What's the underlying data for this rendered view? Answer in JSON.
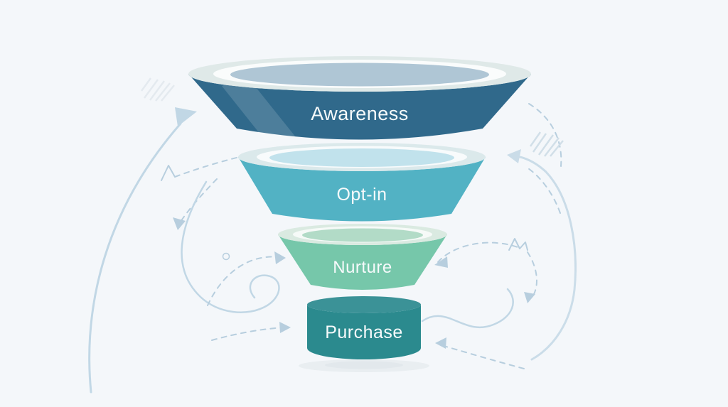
{
  "title": "Marketing funnel diagram",
  "background_color": "#f4f7fa",
  "funnel": {
    "text_color": "#f6fafb",
    "stages": [
      {
        "label": "Awareness",
        "band_color": "#30698b",
        "rim_color": "#dfe9e8",
        "ring_color": "#fafcfc",
        "inner_color": "#afc6d5"
      },
      {
        "label": "Opt-in",
        "band_color": "#52b2c4",
        "rim_color": "#dbe9eb",
        "ring_color": "#f8fbfc",
        "inner_color": "#c1e2ec"
      },
      {
        "label": "Nurture",
        "band_color": "#76c7aa",
        "rim_color": "#daeae1",
        "ring_color": "#f6faf8",
        "inner_color": "#b2dbc7"
      },
      {
        "label": "Purchase",
        "band_color": "#2b8a8e",
        "rim_color": "#3b9297",
        "ring_color": "#3b9297",
        "inner_color": "#3b9297"
      }
    ]
  },
  "decorations": {
    "solid_stroke": "#b9d2e2",
    "dashed_stroke": "#adc8da",
    "sweep_stroke": "#c3d8e5",
    "hatch_left_color": "#e2e8ee",
    "hatch_right_color": "#ccdbe6",
    "icons": [
      "curved-arrow-up-left-icon",
      "dashed-arrow-right-icon",
      "dashed-arrow-down-icon",
      "swirl-loop-icon",
      "circle-mark-icon",
      "dashed-arc-mid-icon",
      "dashed-arrow-bottom-left-icon",
      "dashed-arc-top-right-icon",
      "hatch-patch-left-icon",
      "hatch-patch-right-icon",
      "curved-arrow-up-right-icon",
      "dashed-loop-right-icon",
      "zigzag-mark-icon",
      "wave-curve-icon",
      "dashed-arrow-bottom-right-icon"
    ]
  }
}
